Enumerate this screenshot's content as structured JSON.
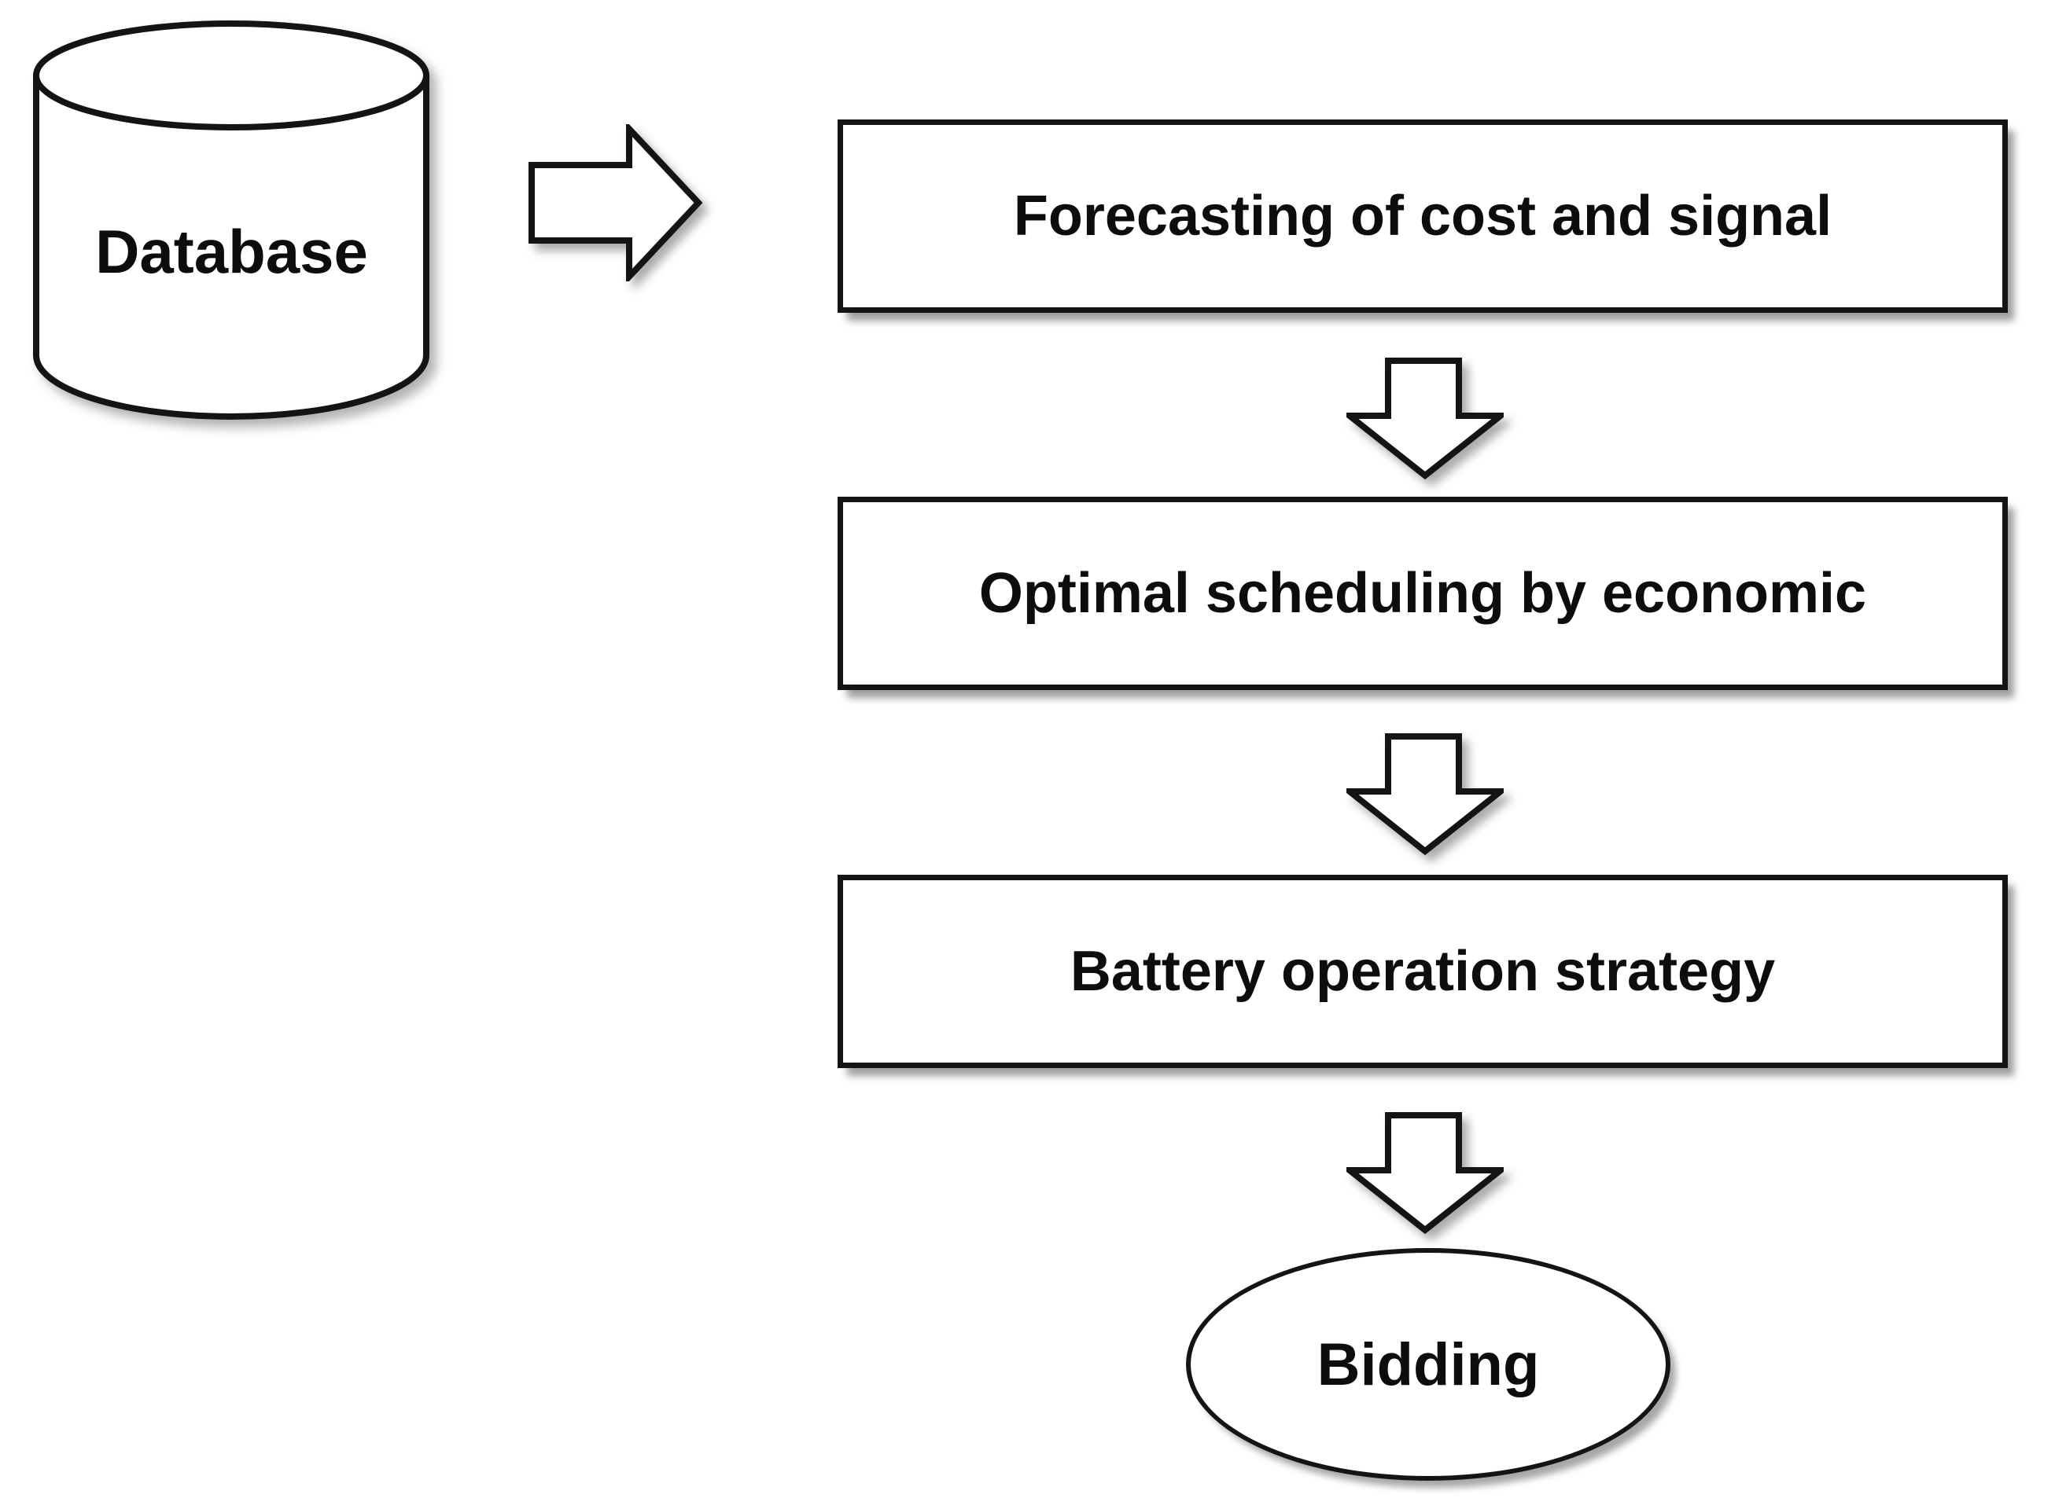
{
  "diagram": {
    "database_label": "Database",
    "boxes": [
      {
        "label": "Forecasting of cost and signal"
      },
      {
        "label": "Optimal scheduling by economic"
      },
      {
        "label": "Battery operation strategy"
      }
    ],
    "terminal_label": "Bidding",
    "connectors": [
      {
        "name": "right-block-arrow",
        "from": "database",
        "to": "forecasting-box"
      },
      {
        "name": "down-block-arrow",
        "from": "forecasting-box",
        "to": "scheduling-box"
      },
      {
        "name": "down-block-arrow",
        "from": "scheduling-box",
        "to": "battery-box"
      },
      {
        "name": "down-block-arrow",
        "from": "battery-box",
        "to": "bidding-ellipse"
      }
    ],
    "colors": {
      "stroke": "#141414",
      "fill": "#ffffff",
      "background": "#ffffff",
      "shadow": "rgba(0,0,0,0.35)"
    }
  }
}
